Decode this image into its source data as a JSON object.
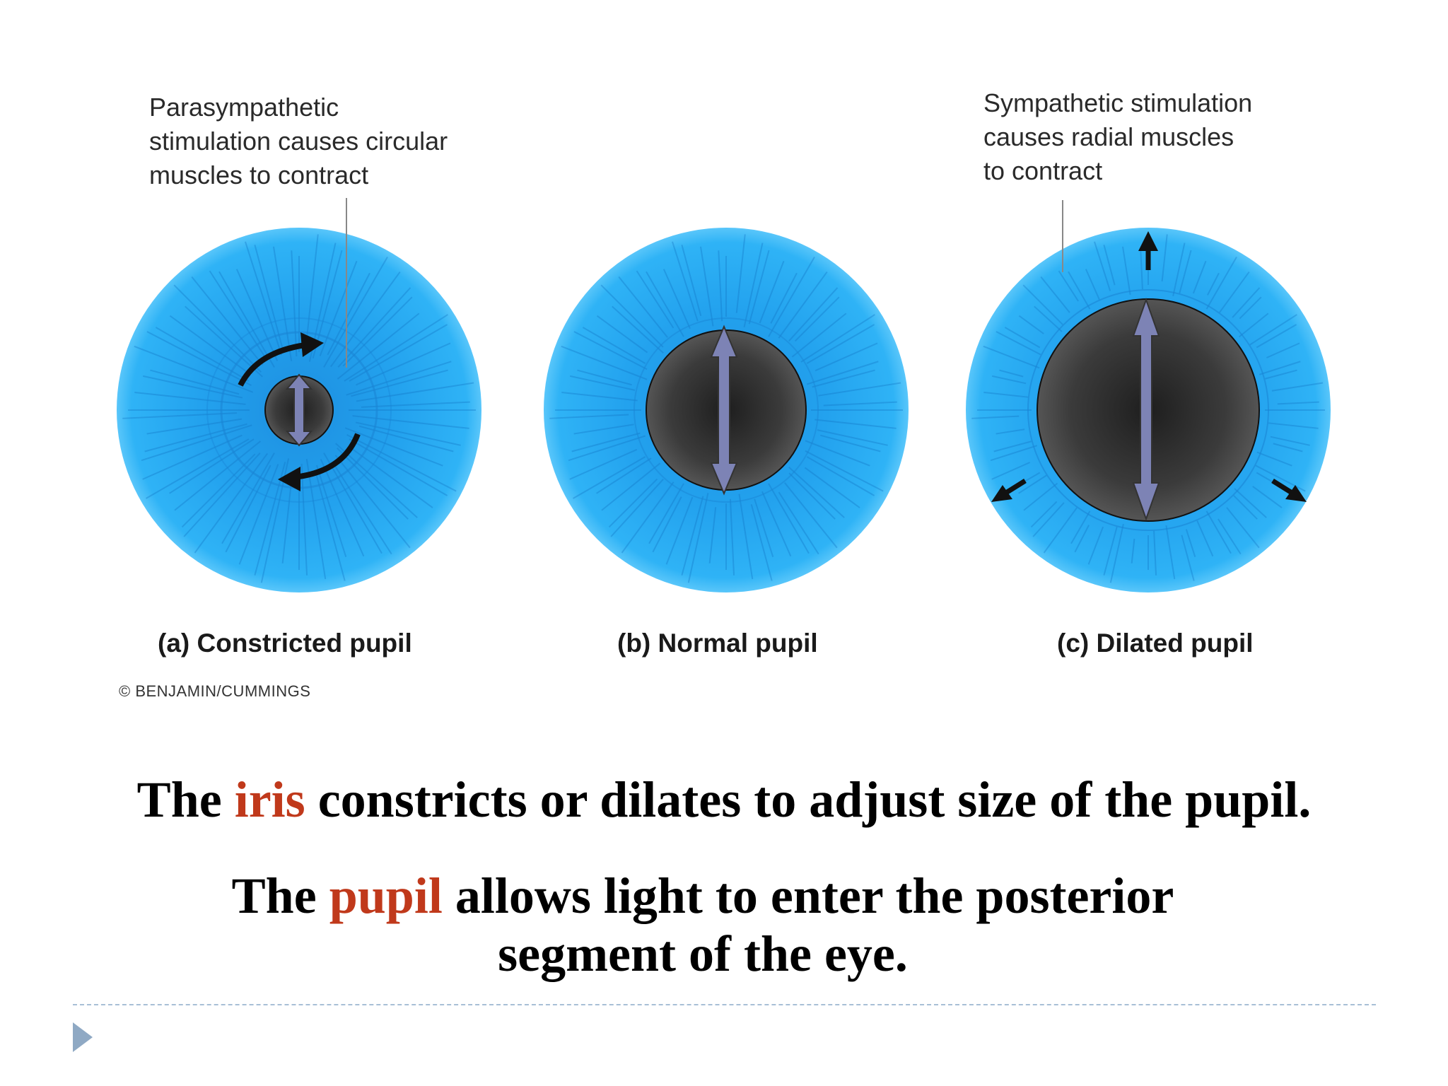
{
  "diagram": {
    "callout_left": [
      "Parasympathetic",
      "stimulation causes circular",
      "muscles to contract"
    ],
    "callout_right": [
      "Sympathetic stimulation",
      "causes radial muscles",
      "to contract"
    ],
    "captions": [
      "(a) Constricted pupil",
      "(b) Normal pupil",
      "(c) Dilated pupil"
    ],
    "credit": "© BENJAMIN/CUMMINGS",
    "iris_color": "#2aa7f0",
    "pupil_color": "#3a3a3a",
    "arrow_color": "#7d83b5"
  },
  "text": {
    "line1_prefix": "The ",
    "line1_highlight": "iris",
    "line1_suffix": " constricts or dilates to adjust size of the pupil.",
    "line2_prefix": "The ",
    "line2_highlight": "pupil",
    "line2_suffix": " allows light to enter the posterior",
    "line3": "segment of the eye.",
    "highlight_color": "#c0391b"
  }
}
